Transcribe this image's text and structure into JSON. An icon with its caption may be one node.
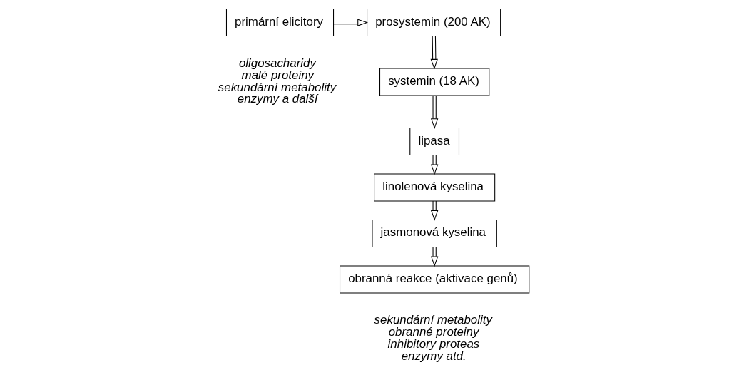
{
  "diagram": {
    "nodes": [
      {
        "text": [
          "primární elicitory"
        ],
        "beside": [
          "oligosacharidy",
          "malé proteiny",
          "sekundární metabolity",
          "enzymy a další"
        ]
      },
      {
        "text": [
          "prosystemin (200 AK)"
        ]
      },
      {
        "text": [
          "systemin (18 AK)"
        ]
      },
      {
        "text": [
          "lipasa"
        ]
      },
      {
        "text": [
          "linolenová kyselina"
        ]
      },
      {
        "text": [
          "jasmonová kyselina"
        ]
      },
      {
        "text": [
          "obranná reakce (aktivace genů)"
        ],
        "beside": [
          "sekundární metabolity",
          "obranné proteiny",
          "inhibitory proteas",
          "enzymy atd."
        ]
      }
    ],
    "edges": [
      {
        "from": 0,
        "to": 1,
        "arrow": "to"
      },
      {
        "from": 1,
        "to": 2,
        "arrow": "to"
      },
      {
        "from": 2,
        "to": 3,
        "arrow": "to"
      },
      {
        "from": 3,
        "to": 4,
        "arrow": "to"
      },
      {
        "from": 4,
        "to": 5,
        "arrow": "to"
      },
      {
        "from": 5,
        "to": 6,
        "arrow": "to"
      }
    ]
  }
}
